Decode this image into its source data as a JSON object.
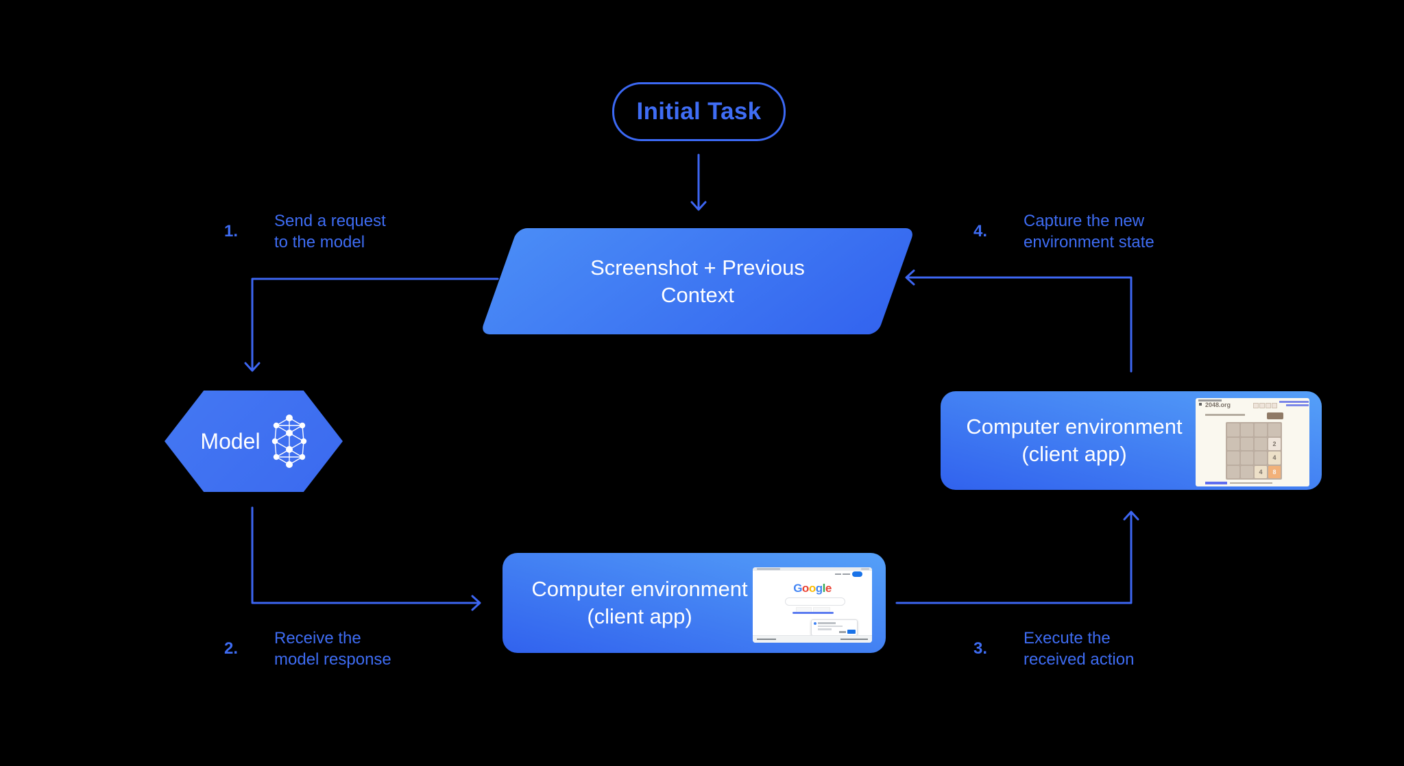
{
  "colors": {
    "background": "#000000",
    "accent_blue": "#3C69F4",
    "label_blue": "#3E6CF3",
    "arrow_blue": "#3D66F2",
    "panel_gradient_from": "#4A8CF6",
    "panel_gradient_to": "#3364EF",
    "box_gradient_from": "#3162EE",
    "box_gradient_to": "#55A0F8",
    "text_white": "#FFFFFF"
  },
  "initial_task": {
    "label": "Initial Task"
  },
  "screenshot_context": {
    "line1": "Screenshot + Previous",
    "line2": "Context"
  },
  "model": {
    "label": "Model"
  },
  "env_bottom": {
    "line1": "Computer environment",
    "line2": "(client app)"
  },
  "env_right": {
    "line1": "Computer environment",
    "line2": "(client app)"
  },
  "steps": [
    {
      "num": "1.",
      "line1": "Send a request",
      "line2": "to the model"
    },
    {
      "num": "2.",
      "line1": "Receive the",
      "line2": "model response"
    },
    {
      "num": "3.",
      "line1": "Execute the",
      "line2": "received action"
    },
    {
      "num": "4.",
      "line1": "Capture the new",
      "line2": "environment state"
    }
  ],
  "thumbnails": {
    "google": {
      "logo_letters": [
        "G",
        "o",
        "o",
        "g",
        "l",
        "e"
      ],
      "logo_colors": [
        "#4285F4",
        "#EA4335",
        "#FBBC05",
        "#4285F4",
        "#34A853",
        "#EA4335"
      ],
      "signin_button_color": "#1a73e8"
    },
    "game2048": {
      "site": "2048.org",
      "grid": [
        "",
        "",
        "",
        "",
        "",
        "",
        "",
        "2",
        "",
        "",
        "",
        "4",
        "",
        "",
        "4",
        "8"
      ],
      "tile_palette": {
        "2": "#eee4da",
        "4": "#ede0c8",
        "8": "#f2b179"
      },
      "board_color": "#bbada0",
      "cell_color": "#cdc1b4",
      "page_background": "#faf8ef",
      "title_color": "#776e65",
      "button_color": "#8f7a66"
    }
  }
}
